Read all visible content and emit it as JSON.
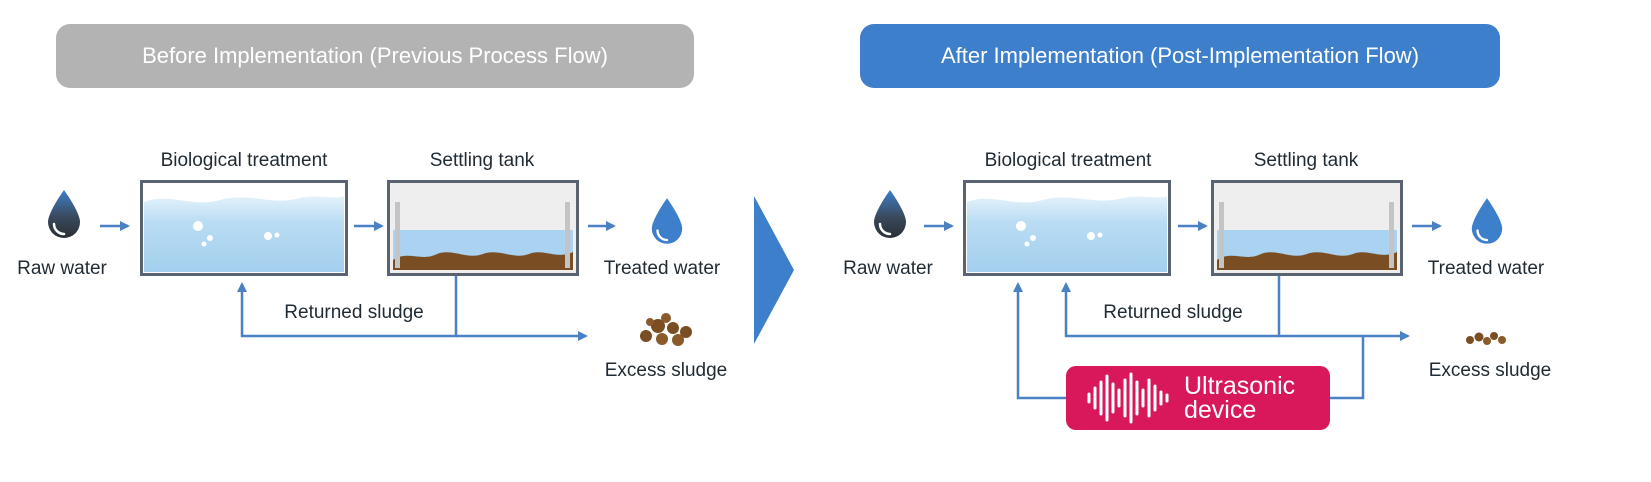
{
  "before": {
    "header": "Before Implementation (Previous Process Flow)",
    "labels": {
      "bio": "Biological treatment",
      "settling": "Settling tank",
      "raw": "Raw water",
      "treated": "Treated water",
      "returned": "Returned sludge",
      "excess": "Excess sludge"
    }
  },
  "after": {
    "header": "After Implementation (Post-Implementation Flow)",
    "labels": {
      "bio": "Biological treatment",
      "settling": "Settling tank",
      "raw": "Raw water",
      "treated": "Treated water",
      "returned": "Returned sludge",
      "excess": "Excess sludge"
    },
    "device": {
      "line1": "Ultrasonic",
      "line2": "device"
    }
  },
  "colors": {
    "before_header": "#b3b3b3",
    "after_header": "#3d7fca",
    "arrow": "#4a80c4",
    "device": "#d8185a",
    "water": "#a9d3f0",
    "sludge": "#7a4e22"
  },
  "icons": [
    "water-drop-icon",
    "sound-wave-icon",
    "sludge-pellets-icon",
    "chevron-right-icon"
  ]
}
